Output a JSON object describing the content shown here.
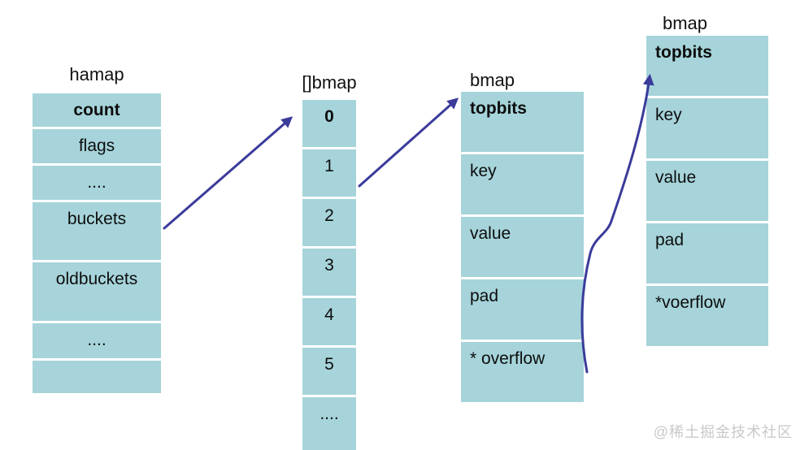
{
  "colors": {
    "cell_fill": "#a6d4da",
    "arrow": "#3b3b9b",
    "text": "#0d0d0d",
    "watermark": "#c9c9c9"
  },
  "tables": [
    {
      "title": "hamap",
      "rows": [
        {
          "label": "count"
        },
        {
          "label": "flags"
        },
        {
          "label": "...."
        },
        {
          "label": "buckets"
        },
        {
          "label": "oldbuckets"
        },
        {
          "label": "...."
        },
        {
          "label": ""
        }
      ]
    },
    {
      "title": "[]bmap",
      "rows": [
        {
          "label": "0"
        },
        {
          "label": "1"
        },
        {
          "label": "2"
        },
        {
          "label": "3"
        },
        {
          "label": "4"
        },
        {
          "label": "5"
        },
        {
          "label": "...."
        }
      ]
    },
    {
      "title": "bmap",
      "rows": [
        {
          "label": "topbits"
        },
        {
          "label": "key"
        },
        {
          "label": "value"
        },
        {
          "label": "pad"
        },
        {
          "label": "* overflow"
        }
      ]
    },
    {
      "title": "bmap",
      "rows": [
        {
          "label": "topbits"
        },
        {
          "label": "key"
        },
        {
          "label": "value"
        },
        {
          "label": "pad"
        },
        {
          "label": "*voerflow"
        }
      ]
    }
  ],
  "arrows": [
    {
      "from": "hamap buckets",
      "to": "[]bmap 0"
    },
    {
      "from": "[]bmap 1",
      "to": "bmap topbits"
    },
    {
      "from": "bmap * overflow",
      "to": "next bmap topbits"
    }
  ],
  "watermark": {
    "text": "@稀土掘金技术社区"
  }
}
